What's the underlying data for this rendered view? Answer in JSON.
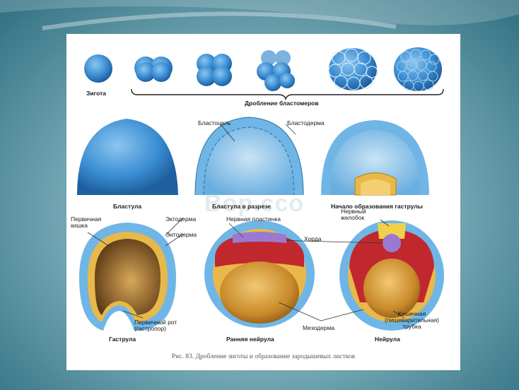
{
  "labels": {
    "zygote": "Зигота",
    "cleavage": "Дробление бластомеров",
    "blastocoel": "Бластоцель",
    "blastoderm": "Бластодерма",
    "blastula": "Бластула",
    "blastula_section": "Бластула в разрезе",
    "gastrulation_start": "Начало образования гаструлы",
    "primary_gut": "Первичная\nкишка",
    "ectoderm": "Эктодерма",
    "endoderm": "Энтодерма",
    "neural_plate": "Нервная пластинка",
    "neural_groove": "Нервный\nжелобок",
    "notochord": "Хорда",
    "primary_mouth": "Первичный рот\n(гастропор)",
    "gastrula": "Гаструла",
    "early_neurula": "Ранняя нейрула",
    "mesoderm": "Мезодерма",
    "neurula": "Нейрула",
    "gut_tube": "Кишечная\n(пищеварительная)\nтрубка"
  },
  "caption": "Рис. 83. Дробление зиготы и образование зародышевых листков",
  "watermark": "Вор.ссо",
  "colors": {
    "background_dark": "#2f6f80",
    "cell_blue": "#3d8fd4",
    "ectoderm_blue": "#6fb6e6",
    "endoderm_yellow": "#e8b84a",
    "yolk": "#c98a2a",
    "mesoderm_red": "#c0282e",
    "notochord_purple": "#9a7ad0"
  }
}
